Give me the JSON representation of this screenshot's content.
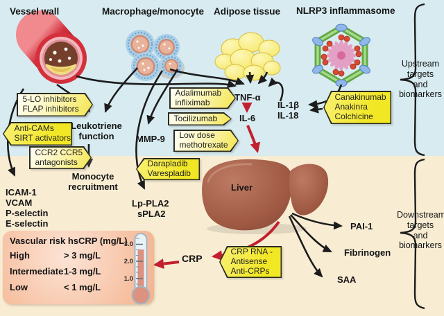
{
  "colors": {
    "background_upstream": "#d7ebf0",
    "background_downstream": "#f8ecd3",
    "drug_box_yellow": "#f3e72c",
    "drug_box_pale": "#fffef4",
    "red_arrow": "#c2202e",
    "black_arrow": "#1c1c1c",
    "risk_box_salmon": "#f8c9ae",
    "liver_brown": "#a05a44",
    "vessel_red": "#d3303c"
  },
  "headers": {
    "vessel": "Vessel wall",
    "macrophage": "Macrophage/monocyte",
    "adipose": "Adipose tissue",
    "nlrp3": "NLRP3 inflammasome"
  },
  "braces": {
    "upstream": {
      "lines": [
        "Upstream",
        "targets",
        "and",
        "biomarkers"
      ]
    },
    "downstream": {
      "lines": [
        "Downstream",
        "targets",
        "and",
        "biomarkers"
      ]
    }
  },
  "drugs": {
    "five_lo": {
      "lines": [
        "5-LO inhibitors",
        "FLAP inhibitors"
      ]
    },
    "anti_cams": {
      "lines": [
        "Anti-CAMs",
        "SIRT activators"
      ]
    },
    "ccr": {
      "lines": [
        "CCR2 CCR5",
        "antagonists"
      ]
    },
    "adalimumab": {
      "lines": [
        "Adalimumab",
        "infliximab"
      ]
    },
    "tocilizumab": {
      "lines": [
        "Tocilizumab"
      ]
    },
    "methotrexate": {
      "lines": [
        "Low dose",
        "methotrexate"
      ]
    },
    "darapladib": {
      "lines": [
        "Darapladib",
        "Varespladib"
      ]
    },
    "canakinumab": {
      "lines": [
        "Canakinumab",
        "Anakinra",
        "Colchicine"
      ]
    },
    "crp_rna": {
      "lines": [
        "CRP RNA -",
        "Antisense",
        "Anti-CRPs"
      ]
    }
  },
  "markers": {
    "leukotriene": {
      "lines": [
        "Leukotriene",
        "function"
      ]
    },
    "monocyte": {
      "lines": [
        "Monocyte",
        "recruitment"
      ]
    },
    "mmp9": "MMP-9",
    "tnf": "TNF-α",
    "il6": "IL-6",
    "il1b": "IL-1β",
    "il18": "IL-18",
    "adhesion": [
      "ICAM-1",
      "VCAM",
      "P-selectin",
      "E-selectin"
    ],
    "lp_pla2": "Lp-PLA2",
    "spla2": "sPLA2",
    "liver": "Liver",
    "crp": "CRP",
    "pai1": "PAI-1",
    "fibrinogen": "Fibrinogen",
    "saa": "SAA"
  },
  "risk_table": {
    "title": "Vascular risk hsCRP (mg/L)",
    "rows": [
      {
        "label": "High",
        "value": "> 3 mg/L"
      },
      {
        "label": "Intermediate",
        "value": "1-3 mg/L"
      },
      {
        "label": "Low",
        "value": "< 1 mg/L"
      }
    ],
    "thermometer_ticks": [
      "3.0",
      "2.0",
      "1.0"
    ]
  }
}
